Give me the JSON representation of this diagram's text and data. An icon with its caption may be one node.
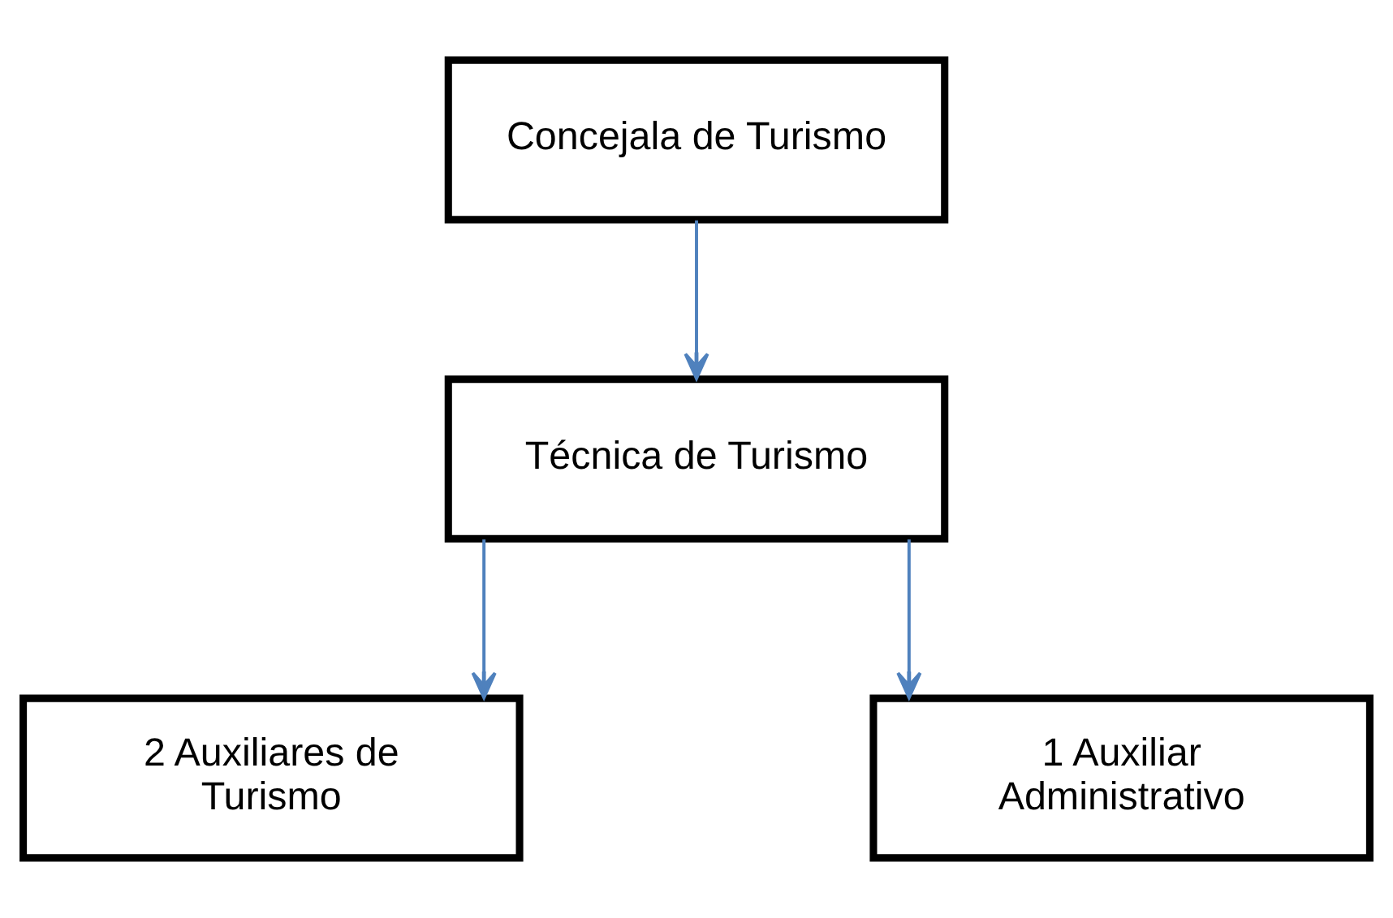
{
  "diagram": {
    "nodes": [
      {
        "text": [
          "Concejala de Turismo"
        ]
      },
      {
        "text": [
          "Técnica de Turismo"
        ]
      },
      {
        "text": [
          "2 Auxiliares de Turismo"
        ]
      },
      {
        "text": [
          "1 Auxiliar Administrativo"
        ]
      }
    ],
    "edges": [
      {
        "from": 0,
        "to": 1,
        "arrow": "to"
      },
      {
        "from": 1,
        "to": 2,
        "arrow": "to"
      },
      {
        "from": 1,
        "to": 3,
        "arrow": "to"
      }
    ]
  }
}
